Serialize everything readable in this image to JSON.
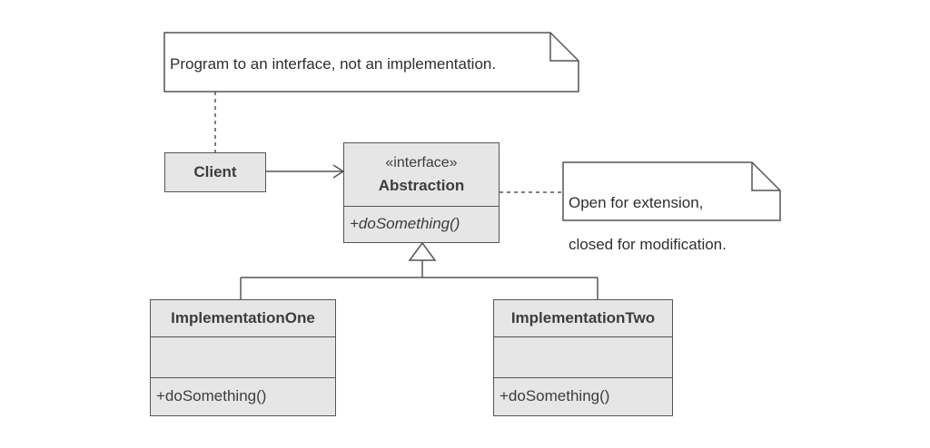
{
  "notes": {
    "top": "Program to an interface, not an implementation.",
    "right_line1": "Open for extension,",
    "right_line2": "closed for modification."
  },
  "client": {
    "name": "Client"
  },
  "abstraction": {
    "stereotype": "«interface»",
    "name": "Abstraction",
    "method": "+doSomething()"
  },
  "implementation_one": {
    "name": "ImplementationOne",
    "attributes": "",
    "method": "+doSomething()"
  },
  "implementation_two": {
    "name": "ImplementationTwo",
    "attributes": "",
    "method": "+doSomething()"
  },
  "colors": {
    "box_fill": "#e6e6e6",
    "border": "#555555",
    "note_fill": "#ffffff"
  }
}
